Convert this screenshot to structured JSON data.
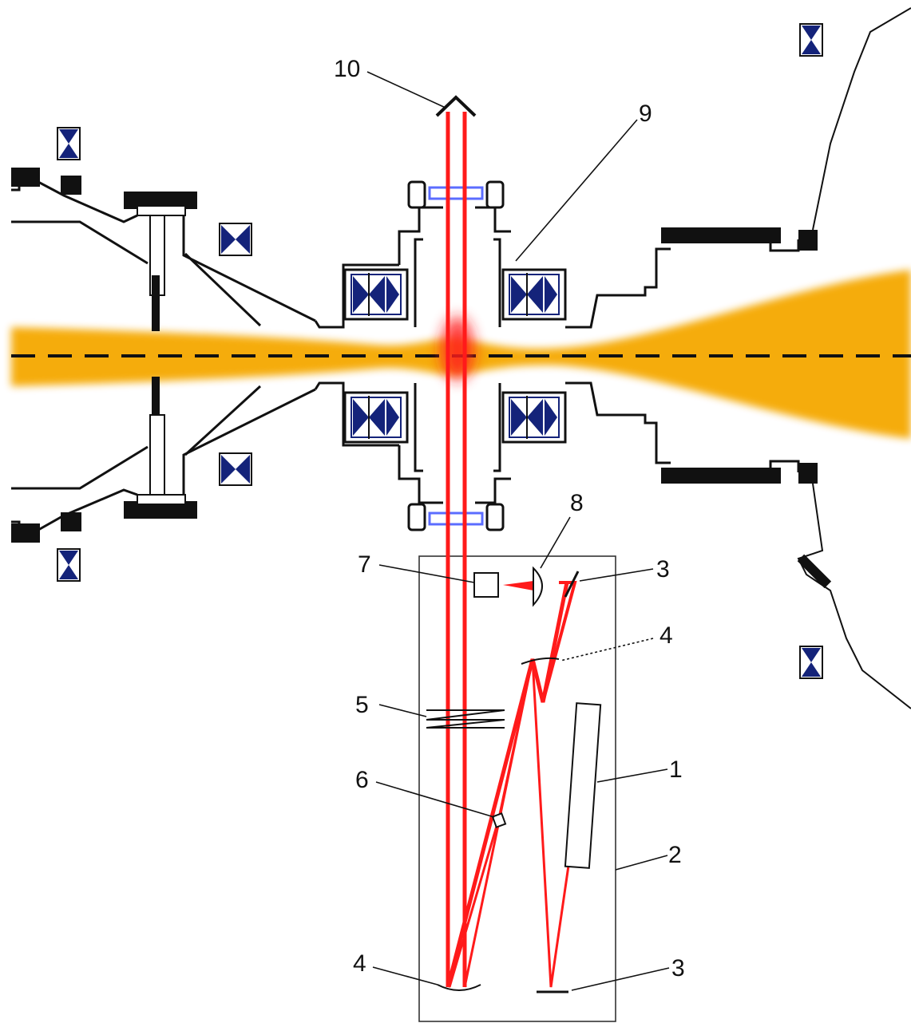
{
  "labels": {
    "l1": "1",
    "l2": "2",
    "l3a": "3",
    "l3b": "3",
    "l4a": "4",
    "l4b": "4",
    "l5": "5",
    "l6": "6",
    "l7": "7",
    "l8": "8",
    "l9": "9",
    "l10": "10"
  },
  "colors": {
    "plasma": "#f5a800",
    "laser": "#ff1a1a",
    "coil": "#14237a",
    "window": "#5b6cff",
    "outline": "#111111"
  }
}
